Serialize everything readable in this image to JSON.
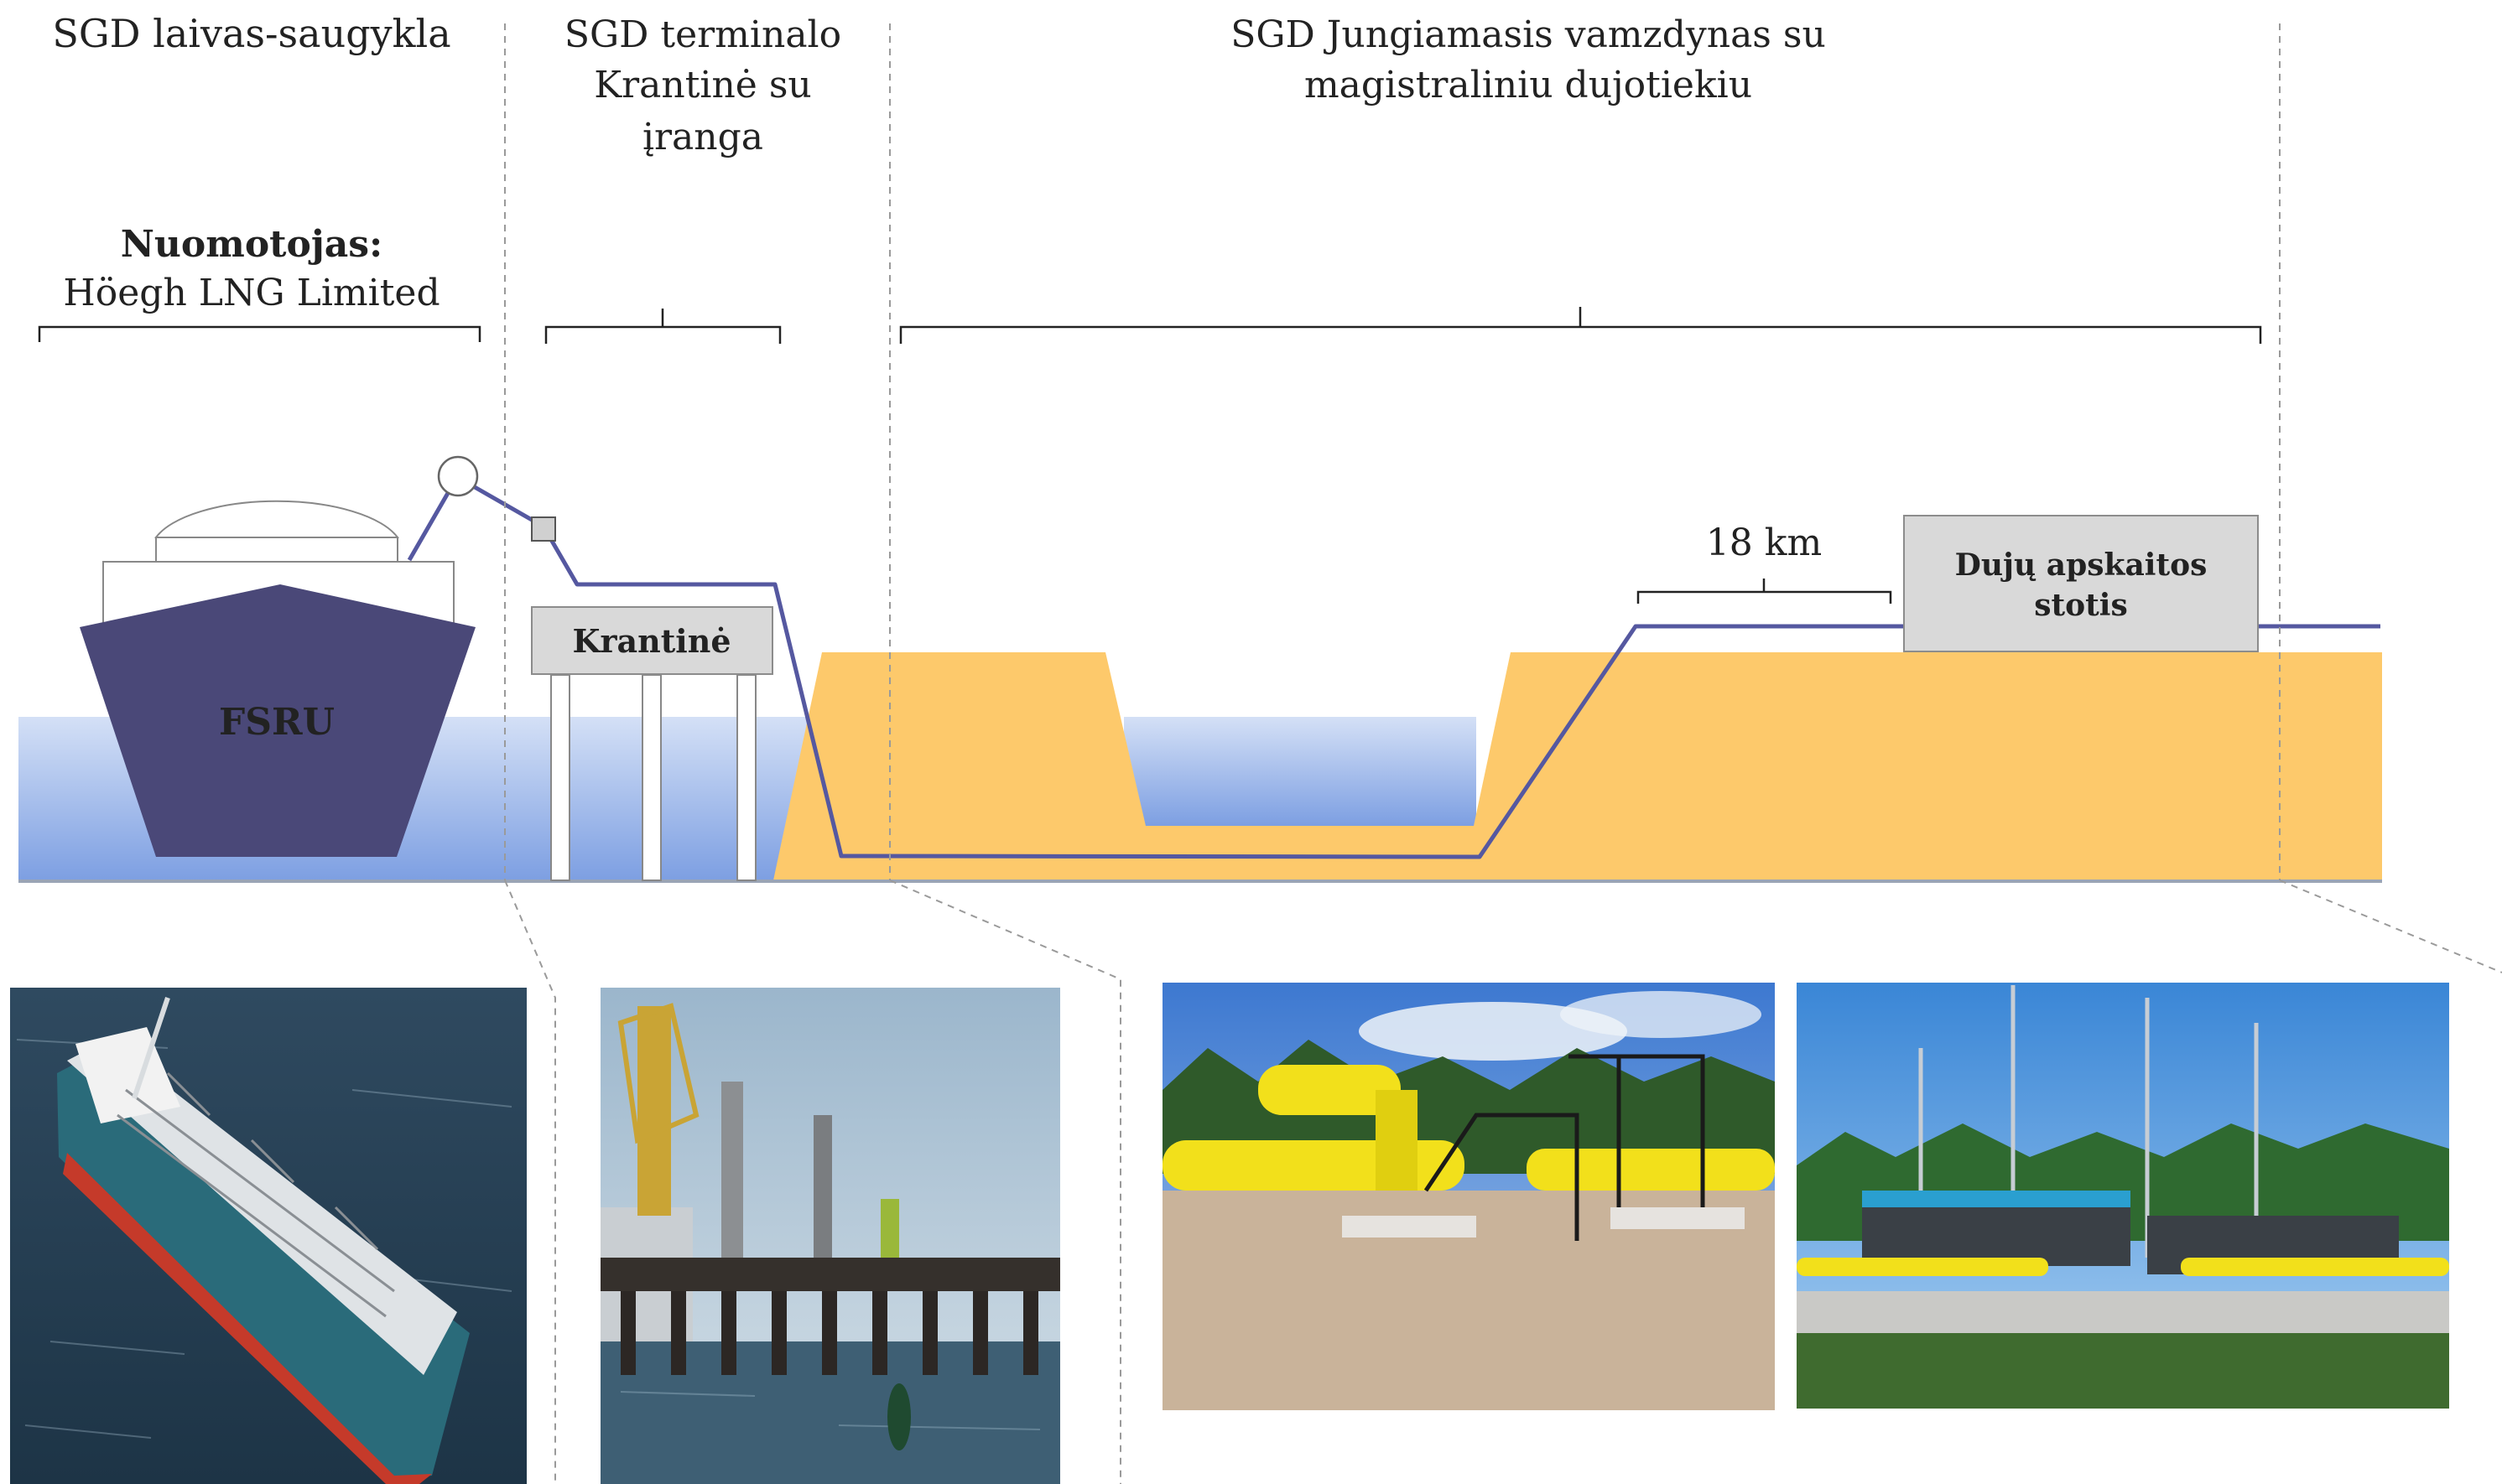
{
  "sections": {
    "ship": {
      "title": "SGD laivas-saugykla",
      "owner_label": "Nuomotojas:",
      "owner_name": "Höegh LNG Limited"
    },
    "terminal": {
      "title_line1": "SGD terminalo",
      "title_line2": "Krantinė su",
      "title_line3": "įranga"
    },
    "pipeline": {
      "title_line1": "SGD Jungiamasis  vamzdynas su",
      "title_line2": "magistraliniu dujotiekiu"
    }
  },
  "diagram": {
    "fsru_label": "FSRU",
    "quay_label": "Krantinė",
    "distance_label": "18 km",
    "station_label_line1": "Dujų apskaitos",
    "station_label_line2": "stotis"
  },
  "photos": [
    {
      "id": "fsru-ship",
      "subject": "FSRU vessel at sea"
    },
    {
      "id": "quay",
      "subject": "Quay with loading equipment"
    },
    {
      "id": "pipeline-yard",
      "subject": "Yellow pipeline installation"
    },
    {
      "id": "metering-station",
      "subject": "Gas metering station"
    }
  ],
  "colors": {
    "ship_hull": "#4a4878",
    "pipe_line": "#5558a0",
    "land": "#fdc96b",
    "water_top": "#ccdaf3",
    "water_bottom": "#7a9ee0",
    "box_fill": "#d9d9d9",
    "divider": "#9a9a9a"
  }
}
